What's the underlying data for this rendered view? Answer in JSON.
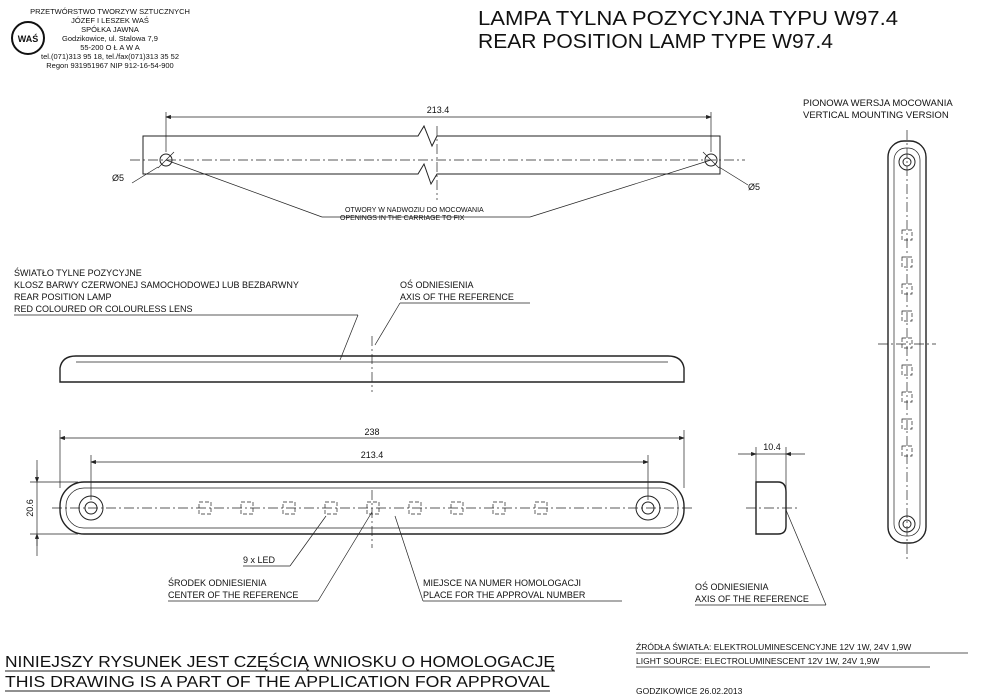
{
  "company": {
    "lines": [
      "PRZETWÓRSTWO TWORZYW SZTUCZNYCH",
      "JÓZEF I LESZEK WAŚ",
      "SPÓŁKA JAWNA",
      "Godzikowice, ul. Stalowa 7,9",
      "55-200  O Ł A W A",
      "tel.(071)313 95 18, tel./fax(071)313 35 52",
      "Regon 931951967 NIP 912-16-54-900"
    ],
    "logo_text": "WAŚ"
  },
  "title": {
    "pl": "LAMPA TYLNA POZYCYJNA TYPU W97.4",
    "en": "REAR POSITION LAMP TYPE W97.4"
  },
  "vertical_version": {
    "pl": "PIONOWA WERSJA MOCOWANIA",
    "en": "VERTICAL MOUNTING VERSION"
  },
  "top_view": {
    "dimension": "213.4",
    "hole_left": "Ø5",
    "hole_right": "Ø5",
    "note_pl": "OTWORY W NADWOZIU DO MOCOWANIA",
    "note_en": "OPENINGS IN THE CARRIAGE TO FIX"
  },
  "side_view": {
    "lens_lines": [
      "ŚWIATŁO TYLNE POZYCYJNE",
      "KLOSZ BARWY CZERWONEJ SAMOCHODOWEJ LUB BEZBARWNY",
      "REAR POSITION LAMP",
      "RED COLOURED  OR COLOURLESS LENS"
    ],
    "axis_pl": "OŚ ODNIESIENIA",
    "axis_en": "AXIS OF THE REFERENCE"
  },
  "front_view": {
    "overall": "238",
    "hole_spacing": "213.4",
    "height": "20.6",
    "led_count": "9 x LED",
    "center_pl": "ŚRODEK ODNIESIENIA",
    "center_en": "CENTER OF THE REFERENCE",
    "approval_pl": "MIEJSCE NA NUMER HOMOLOGACJI",
    "approval_en": "PLACE FOR THE APPROVAL NUMBER"
  },
  "end_view": {
    "depth": "10.4",
    "axis_pl": "OŚ ODNIESIENIA",
    "axis_en": "AXIS OF THE REFERENCE"
  },
  "light_source": {
    "pl": "ŹRÓDŁA ŚWIATŁA: ELEKTROLUMINESCENCYJNE  12V  1W, 24V  1,9W",
    "en": "LIGHT SOURCE: ELECTROLUMINESCENT  12V  1W, 24V  1,9W"
  },
  "footer": {
    "pl": "NINIEJSZY RYSUNEK JEST CZĘŚCIĄ WNIOSKU O  HOMOLOGACJĘ",
    "en": "THIS DRAWING IS A PART OF THE APPLICATION FOR  APPROVAL",
    "date": "GODZIKOWICE   26.02.2013"
  }
}
